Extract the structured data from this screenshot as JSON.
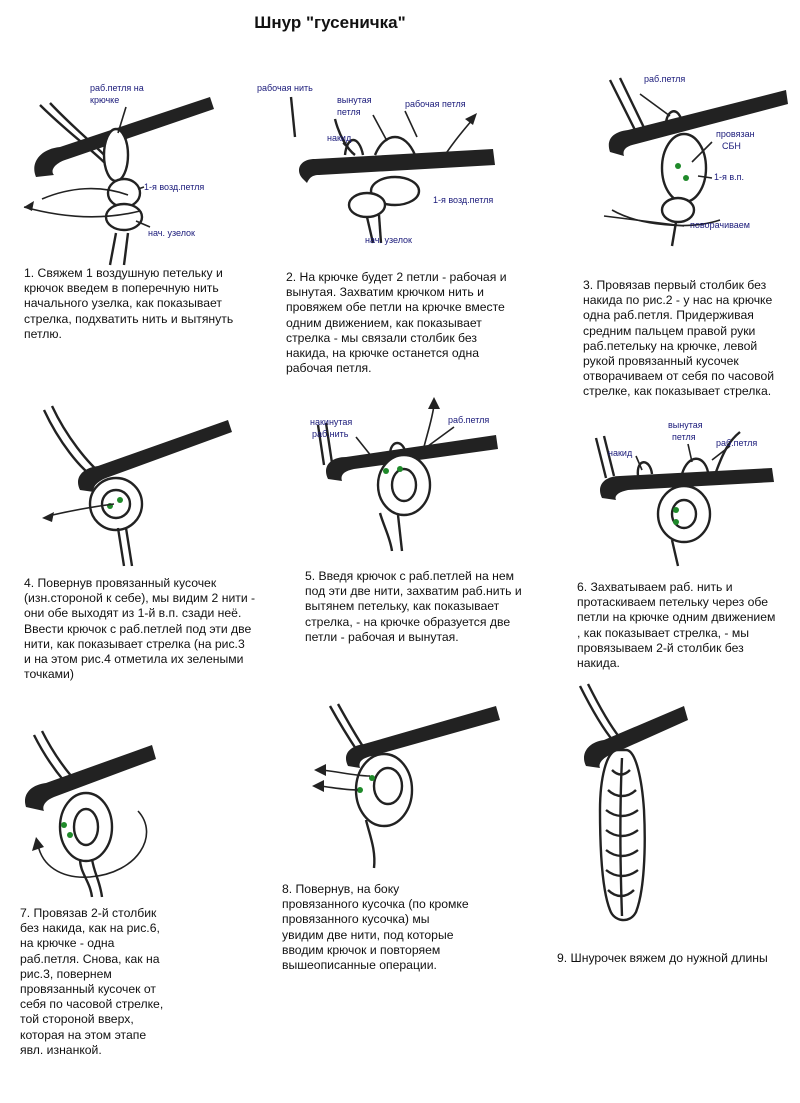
{
  "title": "Шнур \"гусеничка\"",
  "labels": {
    "fig1": [
      "раб.петля на",
      "крючке",
      "1-я возд.петля",
      "нач. узелок"
    ],
    "fig2": [
      "рабочая нить",
      "вынутая",
      "петля",
      "рабочая петля",
      "накид",
      "1-я возд.петля",
      "нач. узелок"
    ],
    "fig3": [
      "раб.петля",
      "провязан",
      "СБН",
      "1-я в.п.",
      "поворачиваем"
    ],
    "fig5": [
      "накинутая",
      "раб.нить",
      "раб.петля"
    ],
    "fig6": [
      "вынутая",
      "петля",
      "раб.петля",
      "накид"
    ]
  },
  "captions": {
    "c1": "1. Свяжем 1 воздушную петельку и\nкрючок введем в поперечную нить\nначального узелка, как показывает\nстрелка, подхватить нить и вытянуть\nпетлю.",
    "c2": "2. На крючке будет 2 петли - рабочая  и\nвынутая.  Захватим крючком нить  и\nпровяжем обе петли на крючке  вместе\nодним движением, как показывает\nстрелка  -  мы  связали столбик без\nнакида, на крючке останется одна\nрабочая петля.",
    "c3": "3. Провязав первый столбик без\nнакида по рис.2 - у нас на крючке\nодна раб.петля.  Придерживая\nсредним пальцем правой руки\nраб.петельку на крючке, левой\nрукой провязанный кусочек\nотворачиваем от себя по часовой\nстрелке, как показывает стрелка.",
    "c4": "4. Повернув провязанный кусочек\n(изн.стороной к себе), мы видим  2 нити -\nони обе выходят из 1-й в.п. сзади неё.\nВвести крючок с раб.петлей под эти две\nнити, как показывает стрелка (на рис.3\nи на этом рис.4 отметила их зелеными\nточками)",
    "c5": "5. Введя крючок с раб.петлей на нем\nпод эти две нити, захватим раб.нить и\nвытянем петельку, как показывает\nстрелка,  - на крючке образуется  две\nпетли - рабочая и вынутая.",
    "c6": "6. Захватываем раб. нить и\nпротаскиваем петельку через обе\nпетли на крючке одним движением\n, как показывает стрелка, - мы\nпровязываем 2-й столбик без\nнакида.",
    "c7": "7. Провязав 2-й столбик\nбез накида, как на рис.6,\nна крючке - одна\nраб.петля.  Снова, как на\nрис.3,  повернем\nпровязанный кусочек от\nсебя по часовой стрелке,\nтой стороной вверх,\nкоторая на этом этапе\nявл. изнанкой.",
    "c8": "8. Повернув, на боку\nпровязанного кусочка (по  кромке\nпровязанного кусочка)  мы\nувидим две нити, под которые\nвводим крючок и повторяем\nвышеописанные операции.",
    "c9": "9. Шнурочек вяжем до нужной длины"
  },
  "colors": {
    "label": "#1a1a7a",
    "marker": "#1f8a2a",
    "ink": "#222222"
  }
}
